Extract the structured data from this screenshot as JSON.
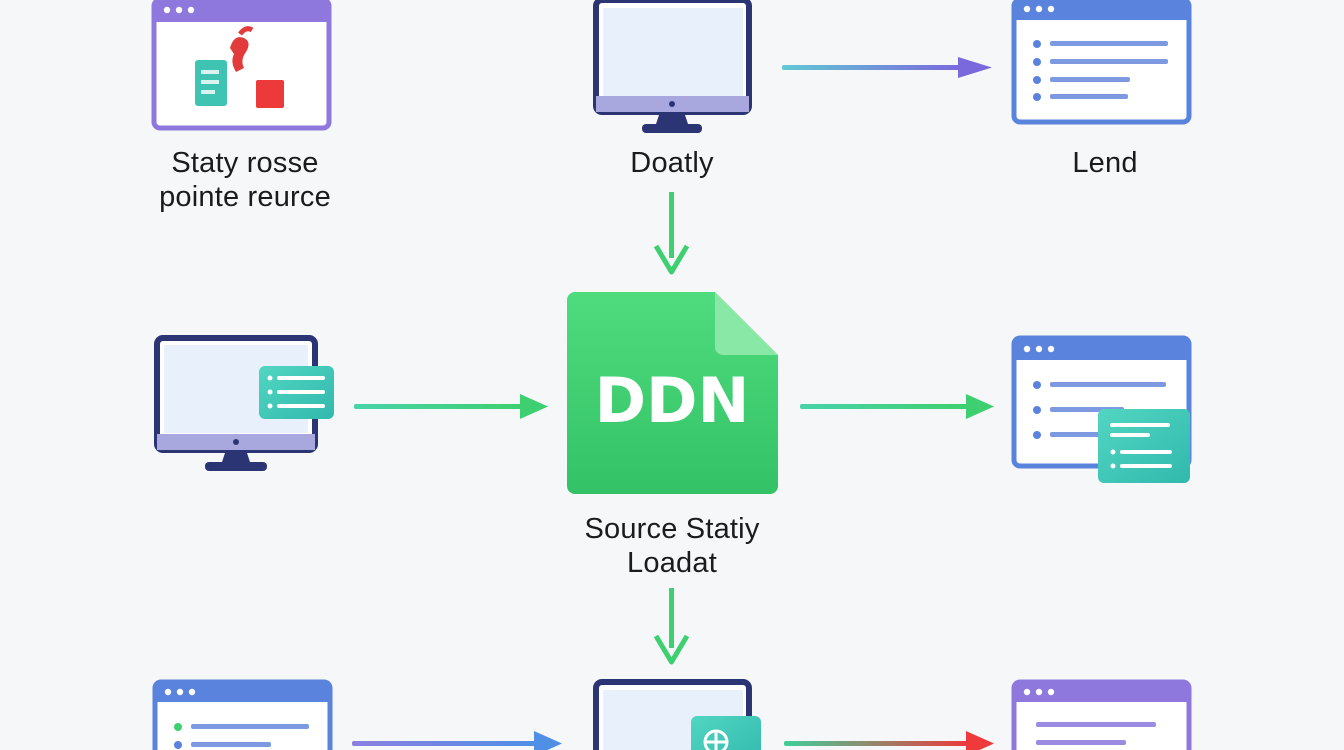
{
  "labels": {
    "top_left": "Staty rosse\npointe reurce",
    "top_center": "Doatly",
    "top_right": "Lend",
    "center": "Source Statiy\nLoadat"
  },
  "cdn_tile": {
    "text": "DDN"
  },
  "colors": {
    "background": "#f6f7f8",
    "cdn_green": "#3fd06f",
    "arrow_green": "#3ecf70",
    "arrow_blue": "#5b7ee0",
    "arrow_violet": "#7a68dd",
    "arrow_red": "#ee3a3a",
    "window_blue": "#5a83dd",
    "window_violet": "#8e78dd",
    "monitor_navy": "#2c3573",
    "card_teal": "#3fc4b4"
  },
  "icons": {
    "top_left": "browser-window-puzzle-icon",
    "top_center": "desktop-monitor-icon",
    "top_right": "browser-window-list-icon",
    "mid_left": "monitor-with-chat-card-icon",
    "mid_right": "browser-window-with-card-icon",
    "bottom_left": "browser-window-list-icon",
    "bottom_center": "monitor-with-globe-badge-icon",
    "bottom_right": "browser-window-icon",
    "center": "cdn-document-icon"
  }
}
